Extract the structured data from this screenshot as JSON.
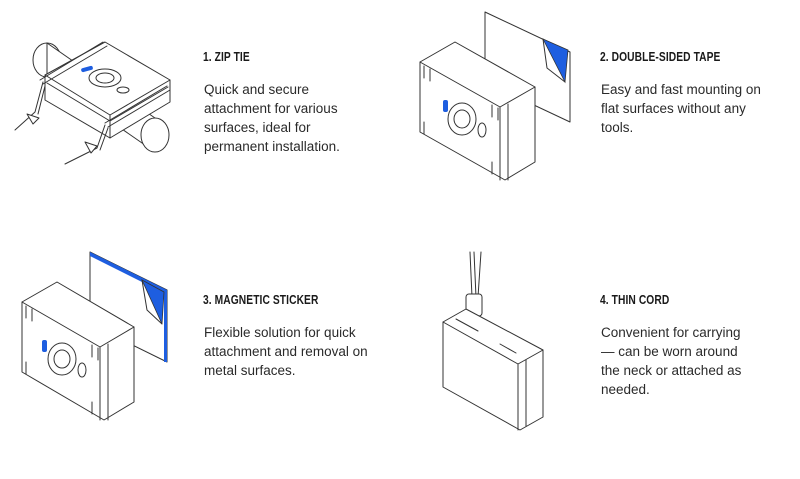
{
  "accent_color": "#1e5ee0",
  "items": [
    {
      "title": "1. ZIP TIE",
      "icon": "zip-tie-mount-illustration",
      "description_lines": [
        "Quick and secure",
        "attachment for various",
        "surfaces, ideal for",
        "permanent installation."
      ]
    },
    {
      "title": "2. DOUBLE-SIDED TAPE",
      "icon": "double-sided-tape-mount-illustration",
      "description_lines": [
        "Easy and fast mounting on",
        "flat surfaces without any",
        "tools."
      ]
    },
    {
      "title": "3. MAGNETIC STICKER",
      "icon": "magnetic-sticker-mount-illustration",
      "description_lines": [
        "Flexible solution for quick",
        "attachment and removal on",
        "metal surfaces."
      ]
    },
    {
      "title": "4. THIN CORD",
      "icon": "thin-cord-mount-illustration",
      "description_lines": [
        "Convenient for carrying",
        "— can be worn around",
        "the neck or attached as",
        "needed."
      ]
    }
  ]
}
